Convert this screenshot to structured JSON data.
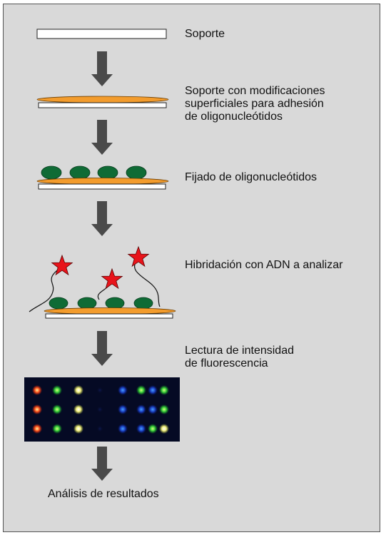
{
  "steps": {
    "soporte": "Soporte",
    "modificaciones_l1": "Soporte con modificaciones",
    "modificaciones_l2": "superficiales para adhesión",
    "modificaciones_l3": "de oligonucleótidos",
    "fijado": "Fijado de oligonucleótidos",
    "hibridacion": "Hibridación con ADN a analizar",
    "lectura_l1": "Lectura de intensidad",
    "lectura_l2": "de fluorescencia",
    "analisis": "Análisis de resultados"
  },
  "colors": {
    "panel": "#d9d9d9",
    "arrow": "#4a4a4a",
    "support_fill": "#ffffff",
    "modification_layer": "#f39c2d",
    "oligonucleotide": "#0f6b35",
    "target_dna_star": "#e8141b",
    "microarray_background": "#050a24"
  },
  "microarray": {
    "rows": 3,
    "columns": 8,
    "spots": [
      [
        "red",
        "green",
        "yellow",
        "off",
        "blue",
        "green",
        "blue",
        "green"
      ],
      [
        "red",
        "green",
        "yellow",
        "off",
        "blue",
        "blue",
        "blue",
        "green"
      ],
      [
        "red",
        "green",
        "yellow",
        "off",
        "blue",
        "blue",
        "green",
        "yellow"
      ]
    ]
  }
}
